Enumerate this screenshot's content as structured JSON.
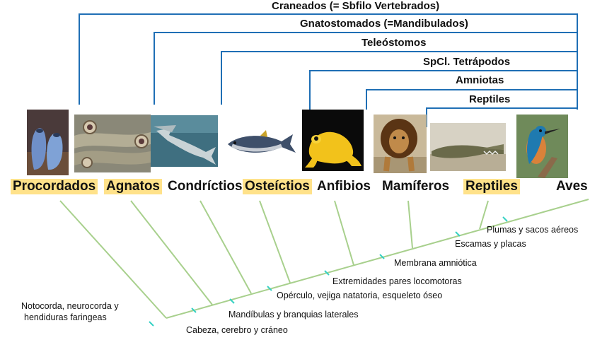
{
  "clades": [
    {
      "label": "Craneados (= Sbfilo Vertebrados)"
    },
    {
      "label": "Gnatostomados (=Mandibulados)"
    },
    {
      "label": "Teleóstomos"
    },
    {
      "label": "SpCl. Tetrápodos"
    },
    {
      "label": "Amniotas"
    },
    {
      "label": "Reptiles"
    }
  ],
  "taxa": [
    {
      "label": "Procordados",
      "highlighted": true,
      "photo": "tunicate-photo"
    },
    {
      "label": "Agnatos",
      "highlighted": true,
      "photo": "lamprey-photo"
    },
    {
      "label": "Condríctios",
      "highlighted": false,
      "photo": "shark-photo"
    },
    {
      "label": "Osteíctios",
      "highlighted": true,
      "photo": "tuna-photo"
    },
    {
      "label": "Anfibios",
      "highlighted": false,
      "photo": "frog-photo"
    },
    {
      "label": "Mamíferos",
      "highlighted": false,
      "photo": "lion-photo"
    },
    {
      "label": "Reptiles",
      "highlighted": true,
      "photo": "crocodile-photo"
    },
    {
      "label": "Aves",
      "highlighted": false,
      "photo": "kingfisher-photo"
    }
  ],
  "characters": [
    {
      "label": "Notocorda, neurocorda y"
    },
    {
      "label": "hendiduras faringeas"
    },
    {
      "label": "Cabeza, cerebro y cráneo"
    },
    {
      "label": "Mandíbulas y branquias laterales"
    },
    {
      "label": "Opérculo, vejiga natatoria, esqueleto óseo"
    },
    {
      "label": "Extremidades pares locomotoras"
    },
    {
      "label": "Membrana amniótica"
    },
    {
      "label": "Escamas y placas"
    },
    {
      "label": "Plumas y sacos aéreos"
    }
  ],
  "colors": {
    "bracket": "#1f6fb5",
    "tree": "#a8d08d",
    "tick": "#36d1c4",
    "highlight": "#ffe28a"
  }
}
